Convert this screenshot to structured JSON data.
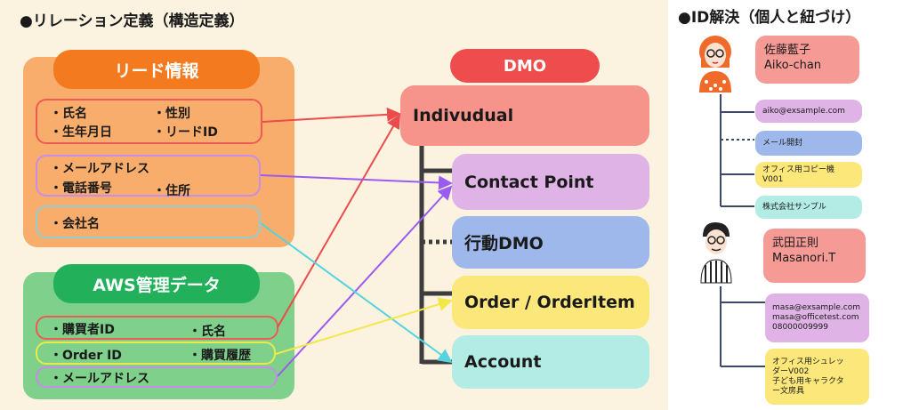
{
  "left_title": "●リレーション定義（構造定義）",
  "right_title": "●ID解決（個人と紐づけ）",
  "lead": {
    "title": "リード情報",
    "groups": [
      [
        "・氏名",
        "・性別",
        "・生年月日",
        "・リードID"
      ],
      [
        "・メールアドレス",
        "・電話番号",
        "・住所"
      ],
      [
        "・会社名"
      ]
    ]
  },
  "aws": {
    "title": "AWS管理データ",
    "rows": [
      [
        "・購買者ID",
        "・氏名"
      ],
      [
        "・Order ID",
        "・購買履歴"
      ],
      [
        "・メールアドレス"
      ]
    ]
  },
  "dmo": {
    "title": "DMO",
    "root": "Indivudual",
    "children": [
      "Contact Point",
      "行動DMO",
      "Order / OrderItem",
      "Account"
    ]
  },
  "persons": [
    {
      "name": "佐藤藍子\nAiko-chan",
      "items": [
        "aiko@exsample.com",
        "メール開封",
        "オフィス用コピー機\nV001",
        "株式会社サンプル"
      ]
    },
    {
      "name": "武田正則\nMasanori.T",
      "items": [
        "masa@exsample.com\nmasa@officetest.com\n08000009999",
        "オフィス用シュレッ\nダーV002\n子ども用キャラクタ\nー文房具"
      ]
    }
  ],
  "colors": {
    "orange_head": "#f47a1f",
    "orange_panel": "#f9ad6c",
    "green_head": "#22b05a",
    "green_panel": "#7fd08a",
    "dmo_head": "#ef4d4d",
    "individual": "#f6938a",
    "contact": "#e0b3e6",
    "behavior": "#9fb8ec",
    "order": "#fbe77a",
    "account": "#b3ece5",
    "arrow_red": "#ec4b4b",
    "arrow_purple": "#9a5cf0",
    "arrow_cyan": "#55d4df",
    "arrow_yellow": "#f3e84a"
  }
}
